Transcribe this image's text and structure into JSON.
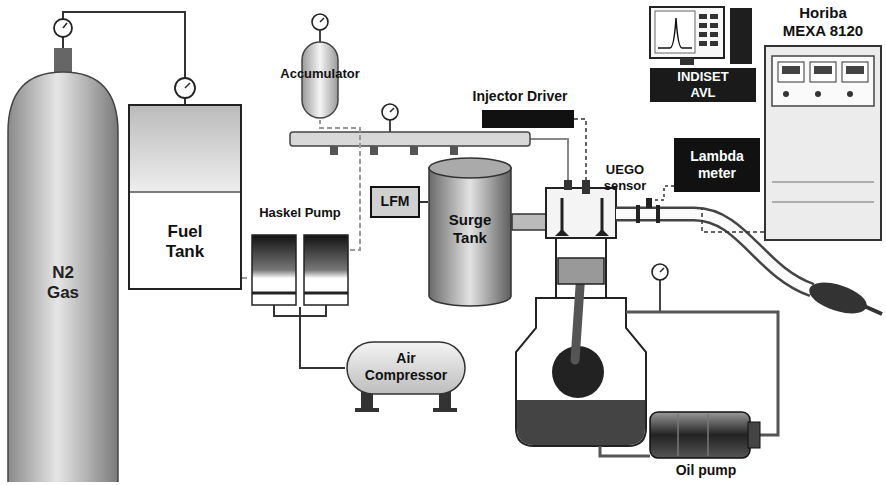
{
  "diagram": {
    "nodes": [
      {
        "text": [
          "N2 Gas"
        ]
      },
      {
        "text": [
          "Fuel Tank"
        ]
      },
      {
        "text": [
          "Haskel Pump"
        ]
      },
      {
        "text": [
          "Air Compressor"
        ]
      },
      {
        "text": [
          "Accumulator"
        ]
      },
      {
        "text": [
          "LFM"
        ]
      },
      {
        "text": [
          "Surge Tank"
        ]
      },
      {
        "text": [
          "Injector Driver"
        ]
      },
      {
        "text": [
          "INDISET AVL"
        ]
      },
      {
        "text": [
          "Lambda meter"
        ]
      },
      {
        "text": [
          "Horiba MEXA 8120"
        ]
      },
      {
        "text": [
          "Oil pump"
        ]
      }
    ],
    "edges": [
      {
        "from": 0,
        "to": 1,
        "arrow": "none"
      },
      {
        "from": 1,
        "to": 2,
        "arrow": "none"
      },
      {
        "from": 3,
        "to": 2,
        "arrow": "none"
      },
      {
        "from": 2,
        "to": 4,
        "arrow": "none"
      },
      {
        "from": 5,
        "to": 6,
        "arrow": "none"
      }
    ],
    "labels": [
      "UEGO sensor"
    ]
  }
}
